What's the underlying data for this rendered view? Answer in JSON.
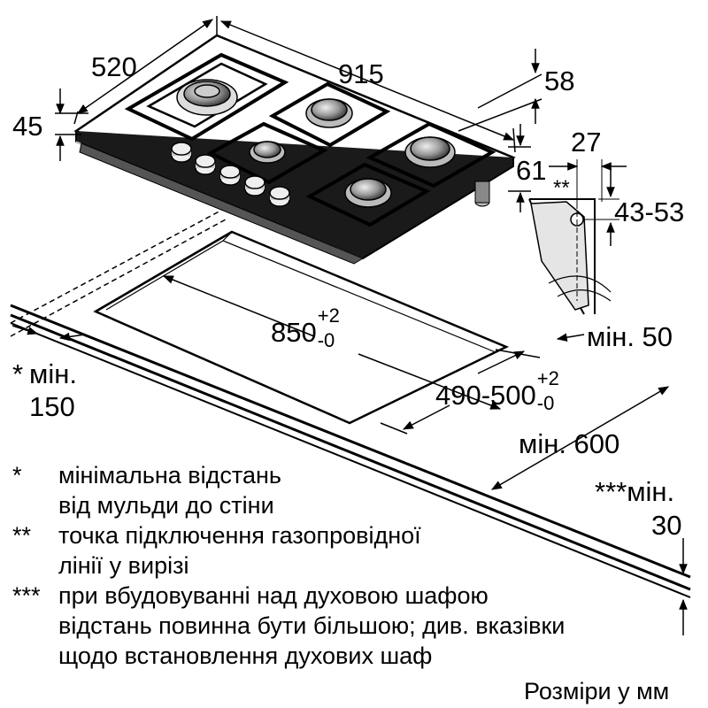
{
  "dimensions": {
    "width_520": "520",
    "width_915": "915",
    "d58": "58",
    "d45": "45",
    "d27": "27",
    "d43_53": "43-53",
    "d61": "61",
    "star2": "**",
    "cut_850": "850",
    "cut_850_plus": "+2",
    "cut_850_minus": "-0",
    "cut_490": "490-500",
    "cut_490_plus": "+2",
    "cut_490_minus": "-0",
    "min50": "мін. 50",
    "min600": "мін. 600",
    "min150_star": "*",
    "min150_label": "мін.",
    "min150_value": "150",
    "min30_label": "***мін.",
    "min30_value": "30"
  },
  "footnotes": [
    {
      "mark": "*",
      "lines": [
        "мінімальна відстань",
        "від мульди до стіни"
      ]
    },
    {
      "mark": "**",
      "lines": [
        "точка підключення газопровідної",
        "лінії у вирізі"
      ]
    },
    {
      "mark": "***",
      "lines": [
        "при вбудовуванні над духовою шафою",
        "відстань повинна бути більшою; див. вказівки",
        "щодо встановлення духових шаф"
      ]
    }
  ],
  "units_note": "Розміри у мм"
}
